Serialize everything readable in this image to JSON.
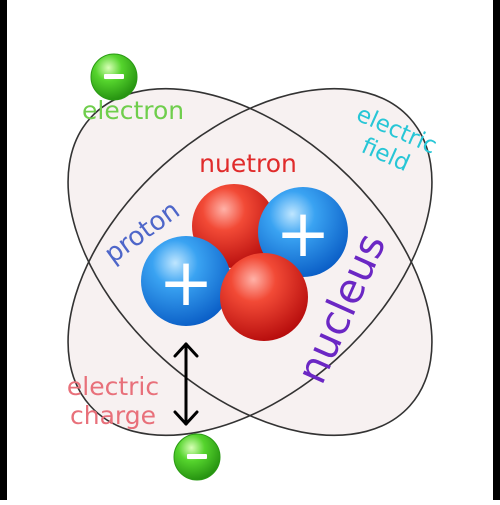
{
  "labels": {
    "electron": "electron",
    "electric_field_line1": "electric",
    "electric_field_line2": "field",
    "neutron": "nuetron",
    "proton": "proton",
    "nucleus": "nucleus",
    "electric_charge_line1": "electric",
    "electric_charge_line2": "charge"
  },
  "symbols": {
    "electron_sign": "−",
    "proton_sign": "+"
  },
  "colors": {
    "frame": "#000000",
    "orbit_fill": "#f7f1f1",
    "orbit_stroke": "#333333",
    "electron": "#3fc21f",
    "neutron": "#e0201e",
    "proton": "#1a86e6",
    "label_electron": "#6fce4c",
    "label_field": "#27c6d6",
    "label_neutron": "#e02b2b",
    "label_proton": "#4e66c9",
    "label_nucleus": "#6b27c4",
    "label_charge": "#e8707a"
  },
  "icons": {
    "charge_arrow": "double-headed-arrow-icon"
  }
}
